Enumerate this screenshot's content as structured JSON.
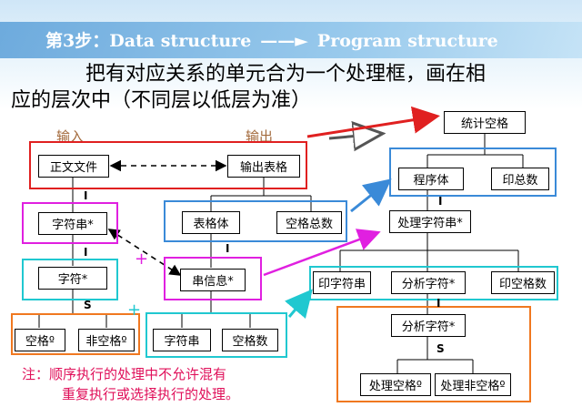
{
  "slide": {
    "title_step": "第3步：",
    "title_left": "Data structure",
    "title_arrow": "——►",
    "title_right": "Program structure",
    "subtitle_line1": "把有对应关系的单元合为一个处理框，画在相",
    "subtitle_line2": "应的层次中（不同层以低层为准）"
  },
  "labels": {
    "input": "输入",
    "output": "输出"
  },
  "left_tree": {
    "zhengwen": "正文文件",
    "shuchu": "输出表格",
    "zifuchuan": "字符串*",
    "zifu": "字符*",
    "kongge": "空格º",
    "feikongge": "非空格º",
    "biaogeti": "表格体",
    "kongge_zongshu": "空格总数",
    "chuanxinxi": "串信息*",
    "zifuchuan2": "字符串",
    "kongge_shu": "空格数"
  },
  "right_tree": {
    "tongji": "统计空格",
    "chengxuti": "程序体",
    "yinzongshu": "印总数",
    "chuli_zifuchuan": "处理字符串*",
    "yin_zifuchuan": "印字符串",
    "fenxi_zifu": "分析字符*",
    "yin_konggeshu": "印空格数",
    "fenxi_zifu2": "分析字符*",
    "chuli_kongge": "处理空格º",
    "chuli_feikongge": "处理非空格º"
  },
  "letters": {
    "i1": "I",
    "i2": "I",
    "i3": "I",
    "i4": "I",
    "s1": "S",
    "s2": "S",
    "i5": "I"
  },
  "plus_marks": {
    "p1": "+",
    "p2": "+"
  },
  "note": {
    "line1": "注：顺序执行的处理中不允许混有",
    "line2": "重复执行或选择执行的处理。"
  },
  "colors": {
    "red": "#e02020",
    "magenta": "#e020e0",
    "cyan": "#20c8d0",
    "blue": "#3a8ad8",
    "orange": "#f07820",
    "gray": "#808080"
  }
}
